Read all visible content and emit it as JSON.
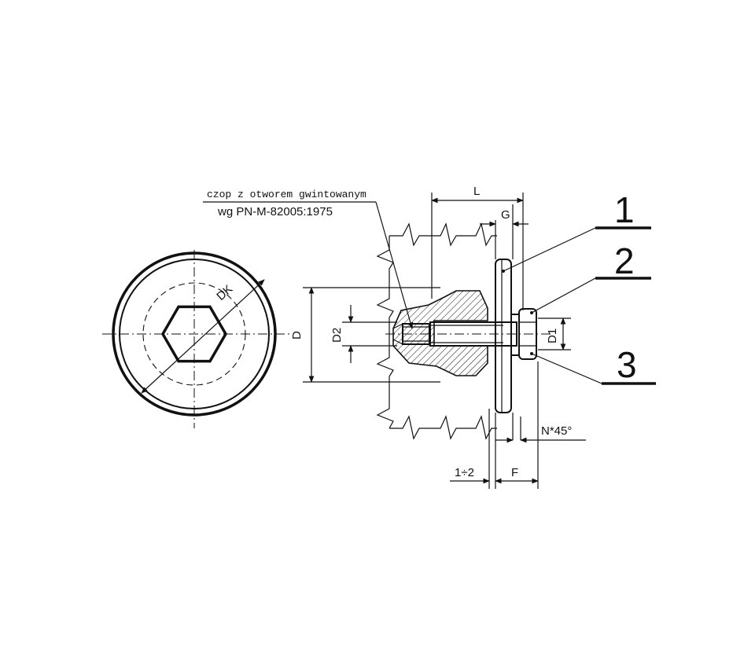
{
  "note": {
    "line1": "czop z otworem gwintowanym",
    "line2": "wg PN-M-82005:1975"
  },
  "dims": {
    "L": "L",
    "G": "G",
    "D": "D",
    "D2": "D2",
    "D1": "D1",
    "DK": "DK",
    "chamfer": "N*45°",
    "gap": "1÷2",
    "F": "F"
  },
  "callouts": [
    "1",
    "2",
    "3"
  ]
}
